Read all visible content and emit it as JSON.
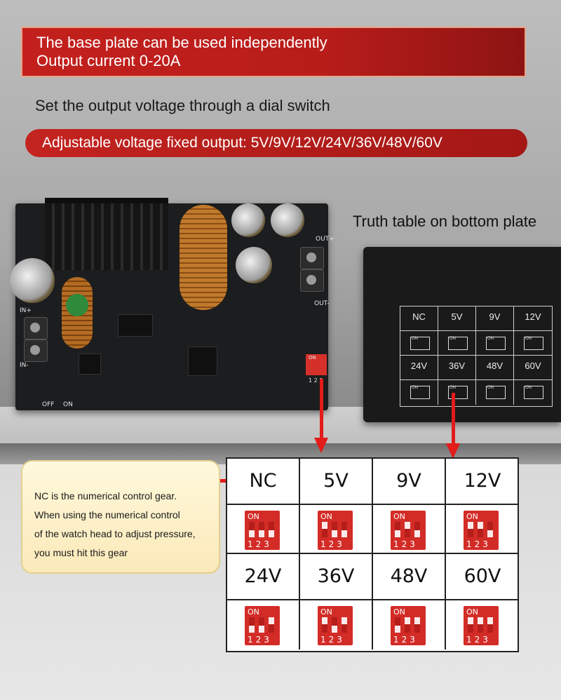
{
  "banner": {
    "line1": "The base plate can be used independently",
    "line2": "Output current 0-20A"
  },
  "subtitle": "Set the output voltage through a dial switch",
  "pill": "Adjustable voltage fixed output: 5V/9V/12V/24V/36V/48V/60V",
  "board_labels": {
    "in_plus": "IN+",
    "in_minus": "IN-",
    "out_plus": "OUT+",
    "out_minus": "OUT-",
    "off": "OFF",
    "on": "ON",
    "dip_on": "ON",
    "dip_nums": "1 2 3"
  },
  "truth_caption": "Truth table on bottom plate",
  "mini_table": {
    "row1": [
      "NC",
      "5V",
      "9V",
      "12V"
    ],
    "row2": [
      "24V",
      "36V",
      "48V",
      "60V"
    ],
    "on_label": "ON"
  },
  "note": {
    "line1": "NC is the numerical control gear.",
    "line2": "When using the numerical control",
    "line3": "of the watch head to adjust pressure,",
    "line4": "you must hit this gear"
  },
  "truth_table": {
    "switch_on_label": "ON",
    "switch_numbers": "123",
    "rows": [
      [
        {
          "label": "NC",
          "switches": [
            "down",
            "down",
            "down"
          ]
        },
        {
          "label": "5V",
          "switches": [
            "up",
            "down",
            "down"
          ]
        },
        {
          "label": "9V",
          "switches": [
            "down",
            "up",
            "down"
          ]
        },
        {
          "label": "12V",
          "switches": [
            "up",
            "up",
            "down"
          ]
        }
      ],
      [
        {
          "label": "24V",
          "switches": [
            "down",
            "down",
            "up"
          ]
        },
        {
          "label": "36V",
          "switches": [
            "up",
            "down",
            "up"
          ]
        },
        {
          "label": "48V",
          "switches": [
            "down",
            "up",
            "up"
          ]
        },
        {
          "label": "60V",
          "switches": [
            "up",
            "up",
            "up"
          ]
        }
      ]
    ]
  },
  "colors": {
    "accent_red": "#c3201d",
    "dip_red": "#d32c27",
    "note_bg": "#fbe9b9"
  }
}
